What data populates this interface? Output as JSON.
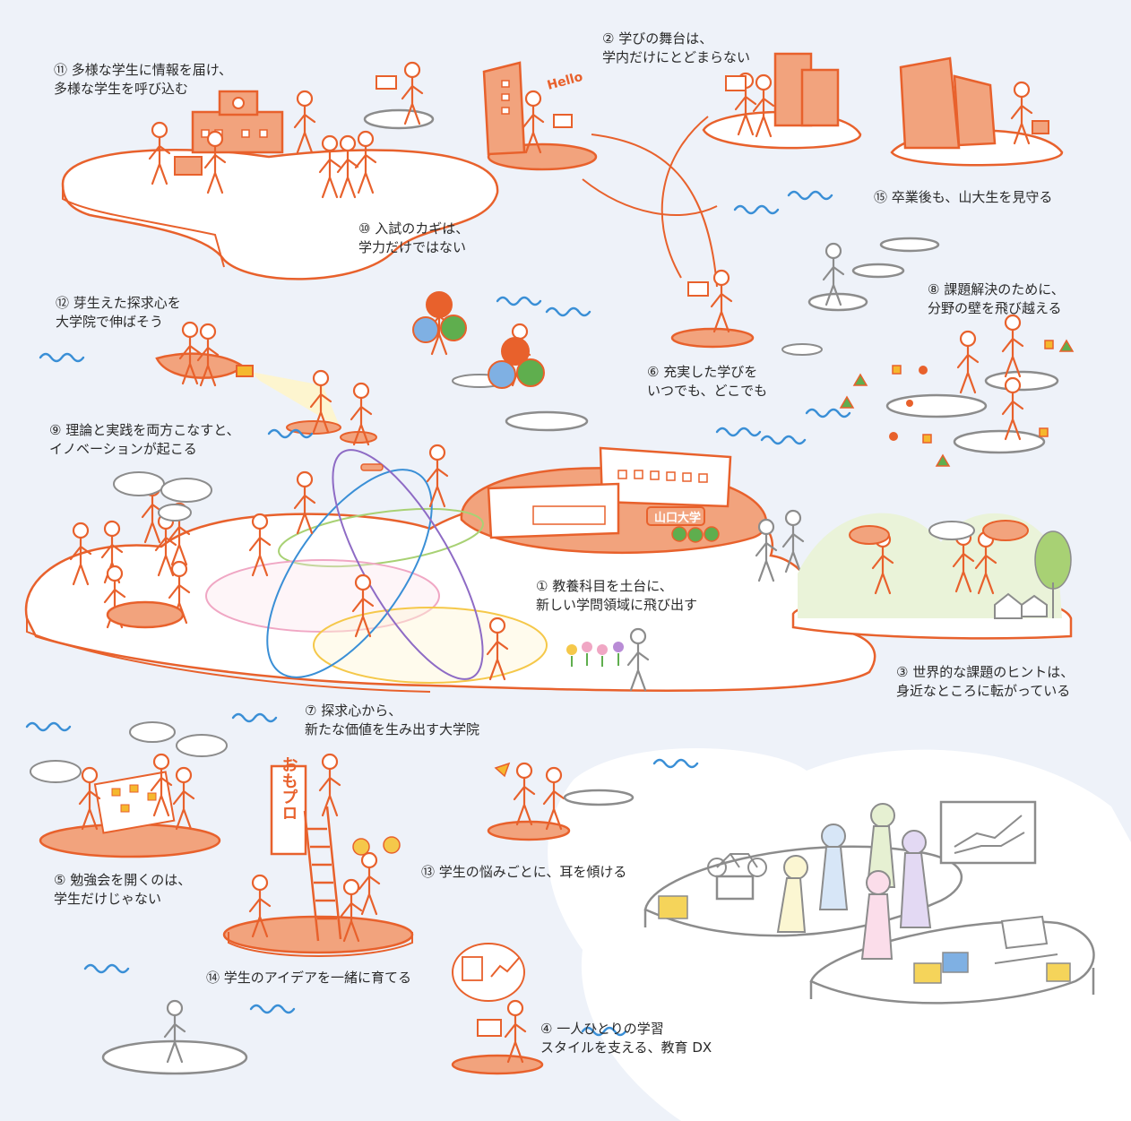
{
  "colors": {
    "accent": "#E8612C",
    "accent_fill": "#F2A37D",
    "sky": "#EEF2F9",
    "grey_line": "#8C8C8C",
    "wave": "#3A8FD6",
    "green_circle": "#5FAE4E",
    "blue_circle": "#7FB0E3",
    "orange_circle": "#E8612C"
  },
  "captions": [
    {
      "id": "c11",
      "lines": [
        "⑪ 多様な学生に情報を届け、",
        "多様な学生を呼び込む"
      ]
    },
    {
      "id": "c2",
      "lines": [
        "② 学びの舞台は、",
        "学内だけにとどまらない"
      ]
    },
    {
      "id": "c15",
      "lines": [
        "⑮ 卒業後も、山大生を見守る"
      ]
    },
    {
      "id": "c10",
      "lines": [
        "⑩ 入試のカギは、",
        "学力だけではない"
      ]
    },
    {
      "id": "c12",
      "lines": [
        "⑫ 芽生えた探求心を",
        "大学院で伸ばそう"
      ]
    },
    {
      "id": "c8",
      "lines": [
        "⑧ 課題解決のために、",
        "分野の壁を飛び越える"
      ]
    },
    {
      "id": "c6",
      "lines": [
        "⑥ 充実した学びを",
        "いつでも、どこでも"
      ]
    },
    {
      "id": "c9",
      "lines": [
        "⑨ 理論と実践を両方こなすと、",
        "イノベーションが起こる"
      ]
    },
    {
      "id": "c1",
      "lines": [
        "① 教養科目を土台に、",
        "新しい学問領域に飛び出す"
      ]
    },
    {
      "id": "c3",
      "lines": [
        "③ 世界的な課題のヒントは、",
        "身近なところに転がっている"
      ]
    },
    {
      "id": "c7",
      "lines": [
        "⑦ 探求心から、",
        "新たな価値を生み出す大学院"
      ]
    },
    {
      "id": "c5",
      "lines": [
        "⑤ 勉強会を開くのは、",
        "学生だけじゃない"
      ]
    },
    {
      "id": "c13",
      "lines": [
        "⑬ 学生の悩みごとに、耳を傾ける"
      ]
    },
    {
      "id": "c14",
      "lines": [
        "⑭ 学生のアイデアを一緒に育てる"
      ]
    },
    {
      "id": "c4",
      "lines": [
        "④ 一人ひとりの学習",
        "スタイルを支える、教育 DX"
      ]
    }
  ],
  "sign_texts": {
    "hello": "Hello",
    "university": "山口大学",
    "banner": "おもプロ"
  },
  "icons": [
    "school-building-icon",
    "person-figure-icon",
    "laptop-desk-icon",
    "office-building-icon",
    "briefcase-icon",
    "boat-icon",
    "flashlight-icon",
    "speech-bubble-icon",
    "tree-icon",
    "house-icon",
    "ladder-icon",
    "banner-icon",
    "firework-icon",
    "chart-board-icon",
    "cube-icon",
    "bicycle-icon",
    "flower-icon",
    "wave-icon",
    "shape-triangle-icon",
    "shape-square-icon",
    "shape-circle-icon"
  ]
}
